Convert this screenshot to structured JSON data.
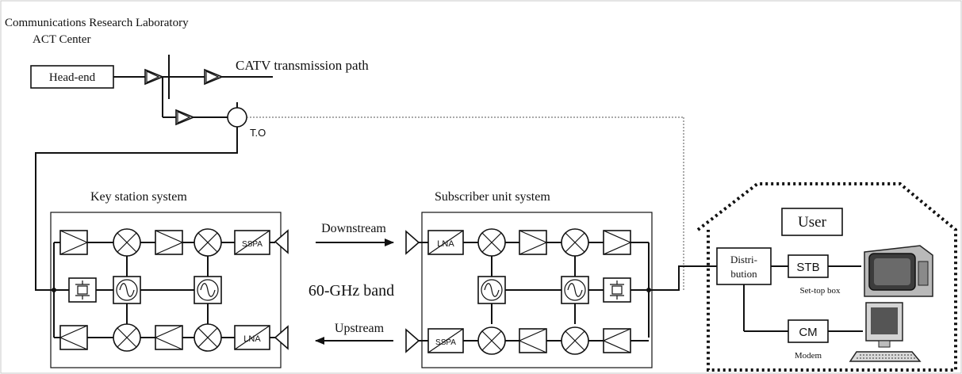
{
  "header": {
    "line1": "Communications Research Laboratory",
    "line2": "ACT Center"
  },
  "headend": {
    "label": "Head-end"
  },
  "catv": {
    "label": "CATV transmission path"
  },
  "tap": {
    "label": "T.O"
  },
  "key_station": {
    "title": "Key station system",
    "sspa": "SSPA",
    "lna": "LNA"
  },
  "subscriber": {
    "title": "Subscriber unit system",
    "sspa": "SSPA",
    "lna": "LNA"
  },
  "link": {
    "downstream": "Downstream",
    "upstream": "Upstream",
    "band": "60-GHz band"
  },
  "user": {
    "title": "User",
    "distribution_line1": "Distri-",
    "distribution_line2": "bution",
    "stb": "STB",
    "stb_caption": "Set-top box",
    "cm": "CM",
    "cm_caption": "Modem"
  }
}
